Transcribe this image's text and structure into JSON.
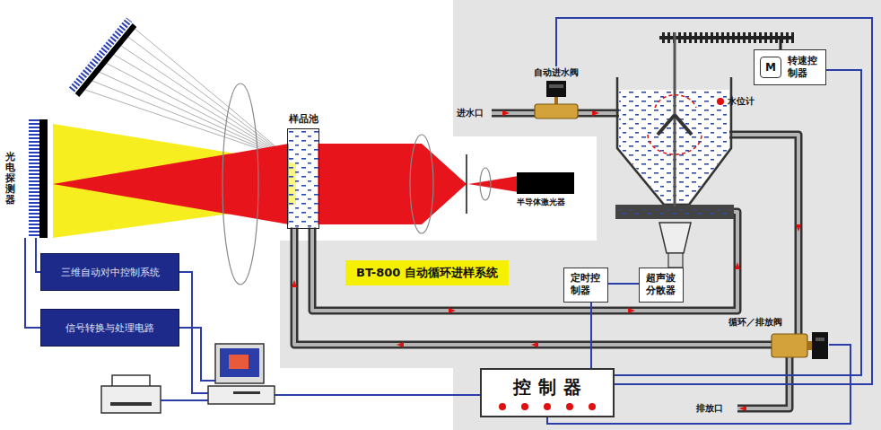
{
  "diagram": {
    "nodes": [
      {
        "text": [
          "光电探测器"
        ]
      },
      {
        "text": [
          "样品池"
        ]
      },
      {
        "text": [
          "半导体激光器"
        ]
      },
      {
        "text": [
          "三维自动对中控制系统"
        ]
      },
      {
        "text": [
          "信号转换与处理电路"
        ]
      },
      {
        "text": [
          "BT-800 自动循环进样系统"
        ]
      },
      {
        "text": [
          "自动进水阀"
        ]
      },
      {
        "text": [
          "转速控制器"
        ]
      },
      {
        "text": [
          "M"
        ],
        "in": 7
      },
      {
        "text": [
          "定时控制器"
        ]
      },
      {
        "text": [
          "超声波分散器"
        ]
      },
      {
        "text": [
          "循环／排放阀"
        ]
      },
      {
        "text": [
          "控制器"
        ]
      }
    ],
    "edges": [
      {
        "from": 0,
        "to": 3,
        "arrow": "none"
      },
      {
        "from": 0,
        "to": 4,
        "arrow": "none"
      },
      {
        "from": 6,
        "to": 12,
        "arrow": "none"
      },
      {
        "from": 7,
        "to": 12,
        "arrow": "none"
      },
      {
        "from": 11,
        "to": 12,
        "arrow": "none"
      },
      {
        "from": 9,
        "to": 12,
        "arrow": "none"
      },
      {
        "from": 10,
        "to": 9,
        "arrow": "none"
      }
    ],
    "labels": [
      "进水口",
      "水位计",
      "排放口"
    ]
  }
}
